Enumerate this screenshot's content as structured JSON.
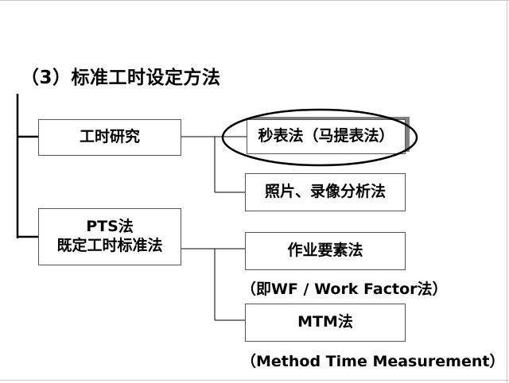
{
  "title": "（3）标准工时设定方法",
  "nodes": {
    "time_study": "工时研究",
    "stopwatch": "秒表法（马提表法）",
    "photo_video": "照片、录像分析法",
    "pts_line1": "PTS法",
    "pts_line2": "既定工时标准法",
    "work_factor": "作业要素法",
    "mtm": "MTM法"
  },
  "notes": {
    "wf_note": "（即WF / Work Factor法）",
    "mtm_note": "（Method Time Measurement）"
  },
  "colors": {
    "box_border": "#555555",
    "line": "#000000",
    "highlight_shadow": "#808080",
    "ellipse": "#000000"
  }
}
